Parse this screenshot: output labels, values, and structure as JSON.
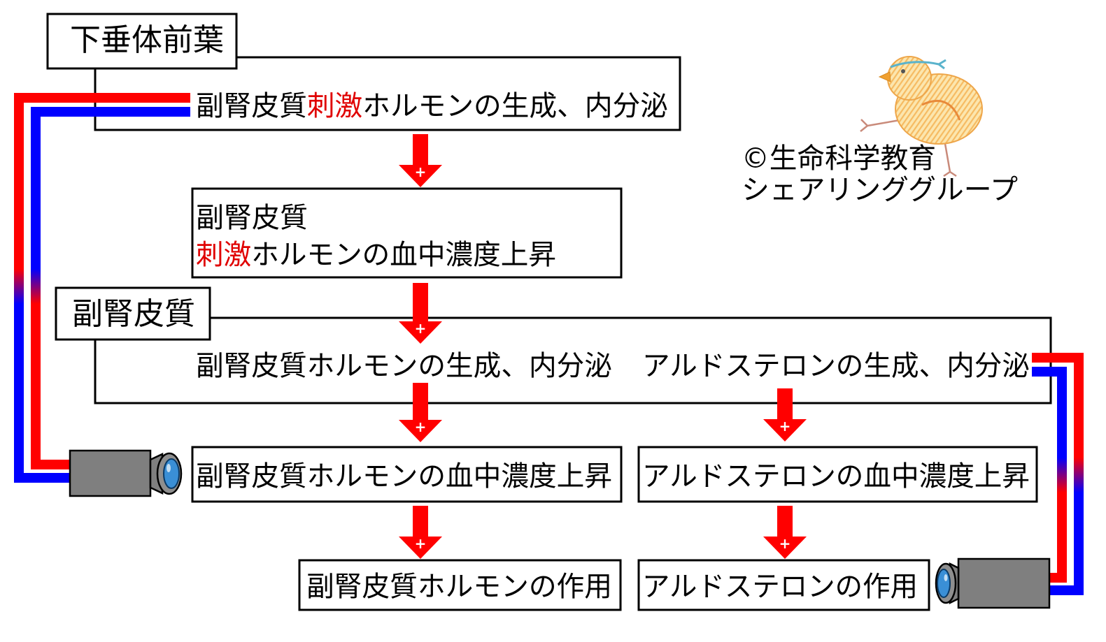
{
  "pituitary": {
    "label": "下垂体前葉"
  },
  "acth_production": {
    "prefix": "副腎皮質",
    "highlight": "刺激",
    "suffix": "ホルモンの生成、内分泌"
  },
  "acth_blood_level": {
    "line1": "副腎皮質",
    "highlight": "刺激",
    "suffix": "ホルモンの血中濃度上昇"
  },
  "adrenal_cortex": {
    "label": "副腎皮質"
  },
  "secretion": {
    "cortisol": "副腎皮質ホルモンの生成、内分泌",
    "aldosterone": "アルドステロンの生成、内分泌"
  },
  "blood_level": {
    "cortisol": "副腎皮質ホルモンの血中濃度上昇",
    "aldosterone": "アルドステロンの血中濃度上昇"
  },
  "action": {
    "cortisol": "副腎皮質ホルモンの作用",
    "aldosterone": "アルドステロンの作用"
  },
  "arrow_sign": "+",
  "copyright": {
    "line1": "©生命科学教育",
    "line2": "シェアリンググループ"
  },
  "icons": {
    "arrow": "down-arrow-plus-icon",
    "sensor": "camera-icon",
    "mascot": "chick-illustration"
  },
  "colors": {
    "arrow": "#ff0000",
    "feedback_red": "#ff0000",
    "feedback_blue": "#0000ff",
    "highlight_text": "#e00000",
    "text": "#000000",
    "box_border": "#000000",
    "camera_body": "#7f7f7f",
    "camera_lens": "#3a8fd6"
  }
}
